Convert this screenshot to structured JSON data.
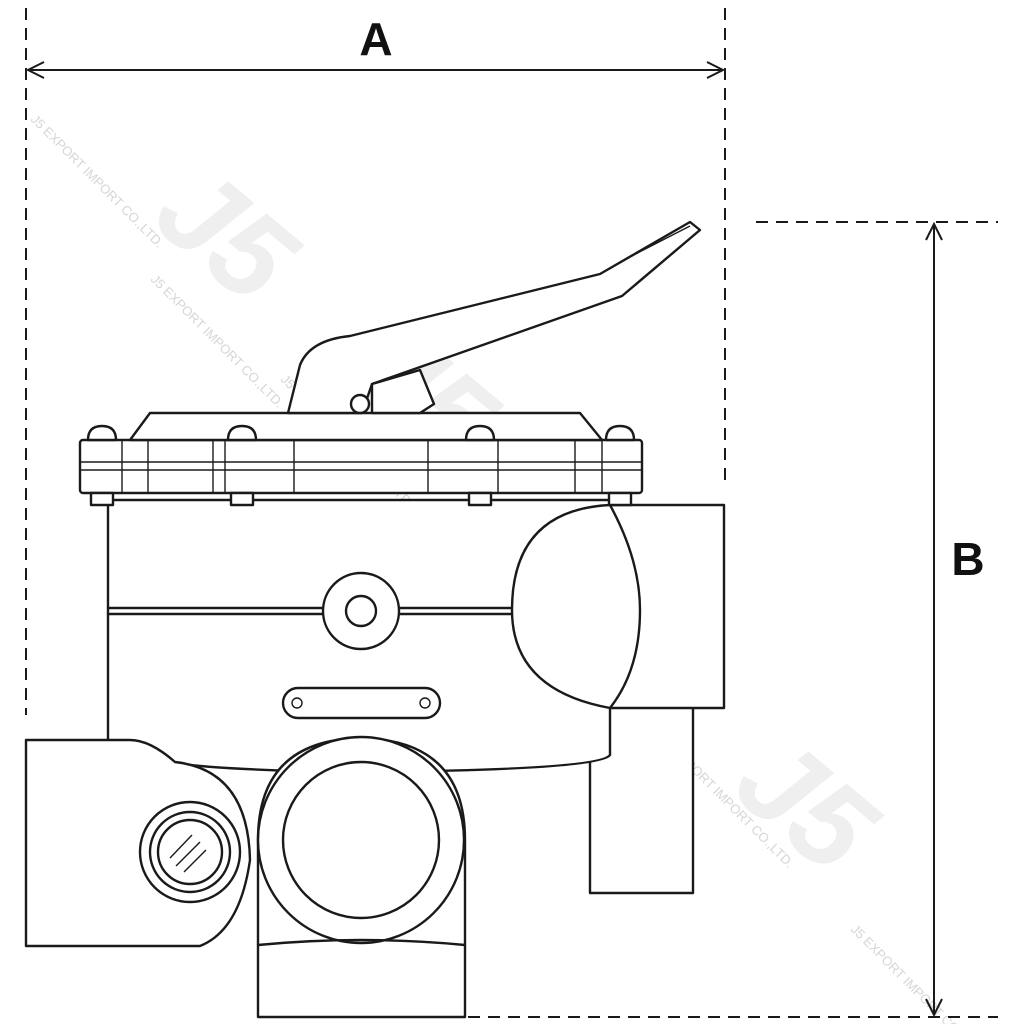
{
  "figure": {
    "dimensions": {
      "width_label": "A",
      "height_label": "B"
    },
    "watermark": {
      "logo_text": "J5",
      "company_text": "J5 EXPORT IMPORT CO.,LTD."
    },
    "colors": {
      "line": "#1a1a1a",
      "background": "#ffffff",
      "watermark": "#e2e2e2"
    }
  }
}
